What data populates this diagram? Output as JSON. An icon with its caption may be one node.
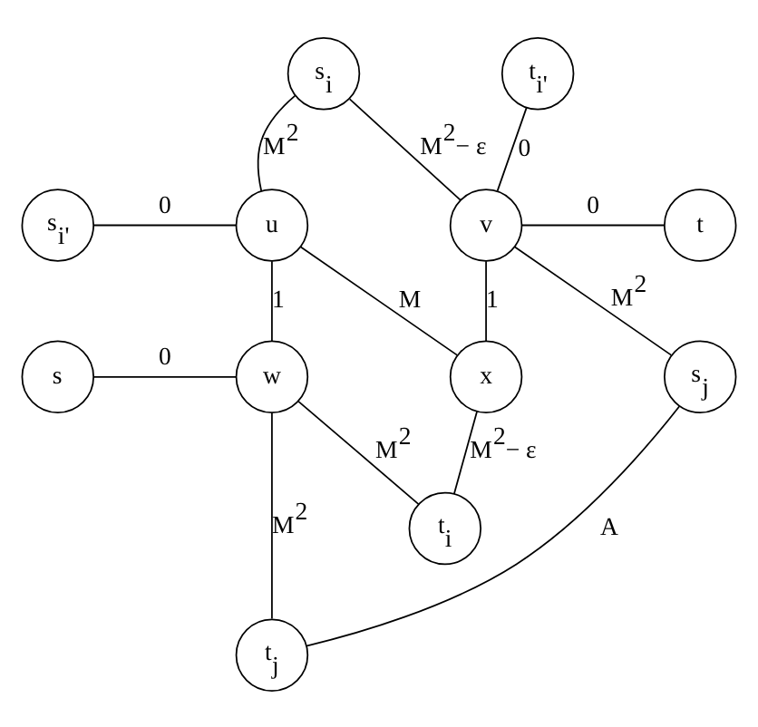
{
  "diagram": {
    "nodes": [
      {
        "text": [
          "s$_{i}$"
        ]
      },
      {
        "text": [
          "t$_{i'}$"
        ]
      },
      {
        "text": [
          "s$_{i'}$"
        ]
      },
      {
        "text": [
          "u"
        ]
      },
      {
        "text": [
          "v"
        ]
      },
      {
        "text": [
          "t"
        ]
      },
      {
        "text": [
          "s"
        ]
      },
      {
        "text": [
          "w"
        ]
      },
      {
        "text": [
          "x"
        ]
      },
      {
        "text": [
          "s$_{j}$"
        ]
      },
      {
        "text": [
          "t$_{i}$"
        ]
      },
      {
        "text": [
          "t$_{j}$"
        ]
      }
    ],
    "edges": [
      {
        "from": 2,
        "to": 3,
        "arrow": "none",
        "label": "0"
      },
      {
        "from": 0,
        "to": 3,
        "arrow": "none",
        "label": "M$^{2}$"
      },
      {
        "from": 0,
        "to": 4,
        "arrow": "none",
        "label": "M$^{2}$− ε"
      },
      {
        "from": 1,
        "to": 4,
        "arrow": "none",
        "label": "0"
      },
      {
        "from": 4,
        "to": 5,
        "arrow": "none",
        "label": "0"
      },
      {
        "from": 3,
        "to": 8,
        "arrow": "none",
        "label": "M"
      },
      {
        "from": 3,
        "to": 7,
        "arrow": "none",
        "label": "1"
      },
      {
        "from": 4,
        "to": 8,
        "arrow": "none",
        "label": "1"
      },
      {
        "from": 4,
        "to": 9,
        "arrow": "none",
        "label": "M$^{2}$"
      },
      {
        "from": 6,
        "to": 7,
        "arrow": "none",
        "label": "0"
      },
      {
        "from": 7,
        "to": 10,
        "arrow": "none",
        "label": "M$^{2}$"
      },
      {
        "from": 8,
        "to": 10,
        "arrow": "none",
        "label": "M$^{2}$− ε"
      },
      {
        "from": 7,
        "to": 11,
        "arrow": "none",
        "label": "M$^{2}$"
      },
      {
        "from": 9,
        "to": 11,
        "arrow": "none",
        "label": "A"
      }
    ]
  }
}
